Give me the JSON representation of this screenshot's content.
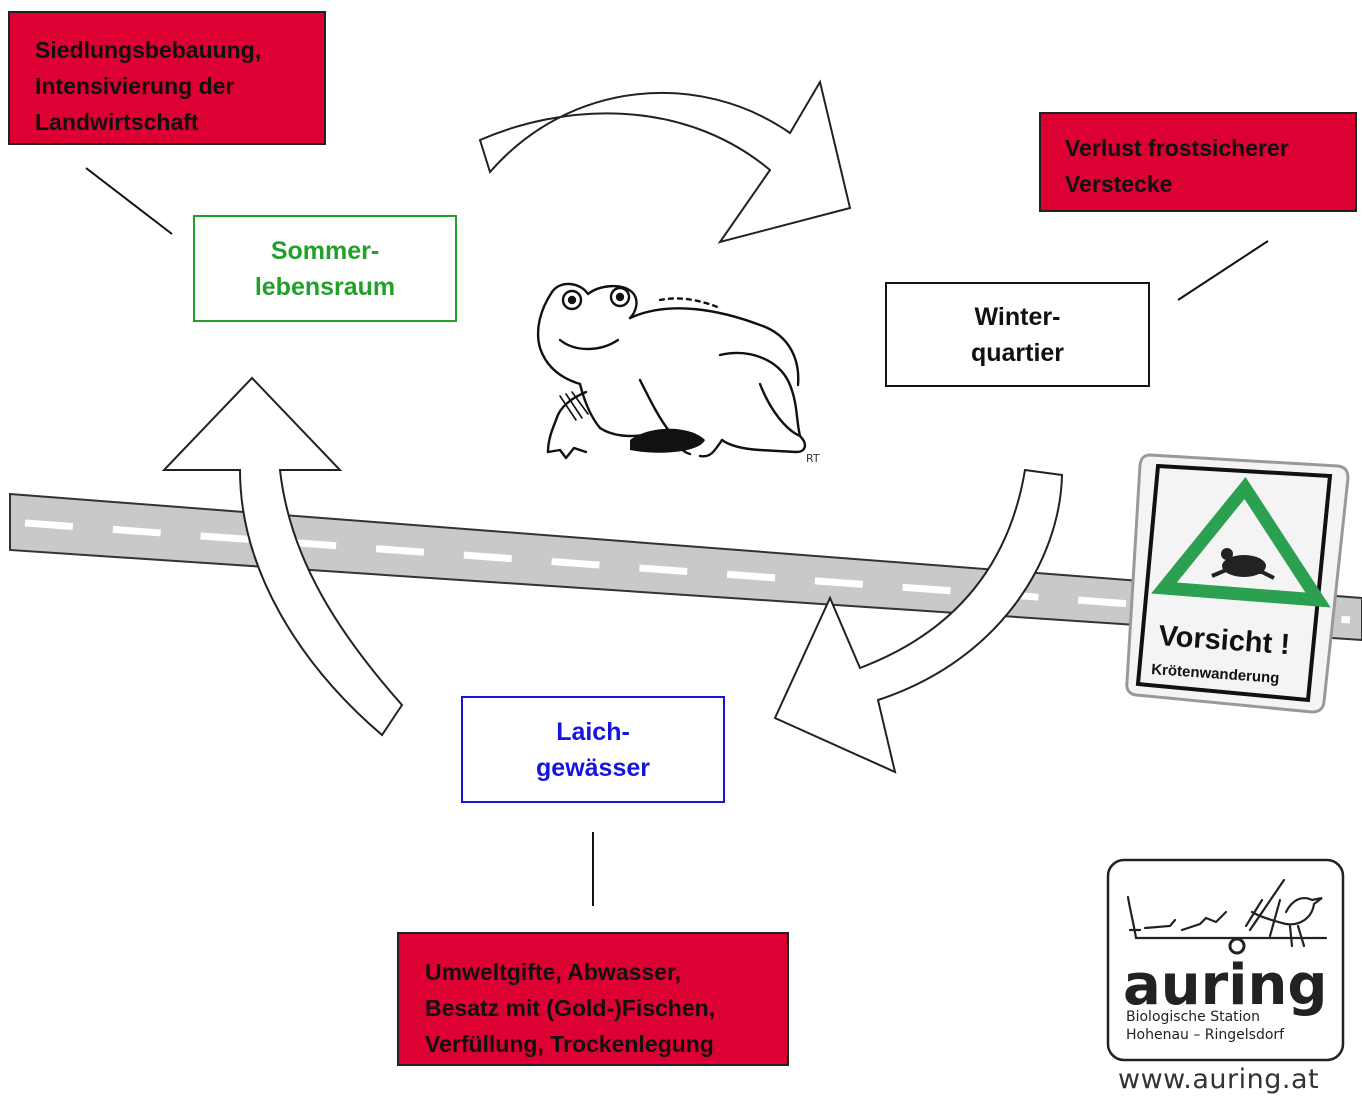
{
  "habitats": {
    "summer": {
      "line1": "Sommer-",
      "line2": "lebensraum",
      "color": "#22a02a"
    },
    "winter": {
      "line1": "Winter-",
      "line2": "quartier",
      "color": "#111111"
    },
    "spawning": {
      "line1": "Laich-",
      "line2": "gewässer",
      "color": "#1515dd"
    }
  },
  "threats": {
    "summer": [
      "Siedlungsbebauung,",
      "Intensivierung der",
      "Landwirtschaft"
    ],
    "winter": [
      "Verlust frostsicherer",
      "Verstecke"
    ],
    "spawning": [
      "Umweltgifte, Abwasser,",
      "Besatz mit (Gold-)Fischen,",
      "Verfüllung, Trockenlegung"
    ]
  },
  "threat_color": "#dd0033",
  "sign": {
    "title": "Vorsicht !",
    "subtitle": "Krötenwanderung",
    "triangle_color": "#2aa050"
  },
  "logo": {
    "name": "auring",
    "line1": "Biologische Station",
    "line2": "Hohenau – Ringelsdorf",
    "url": "www.auring.at"
  },
  "drawing": {
    "signature": "RT"
  }
}
